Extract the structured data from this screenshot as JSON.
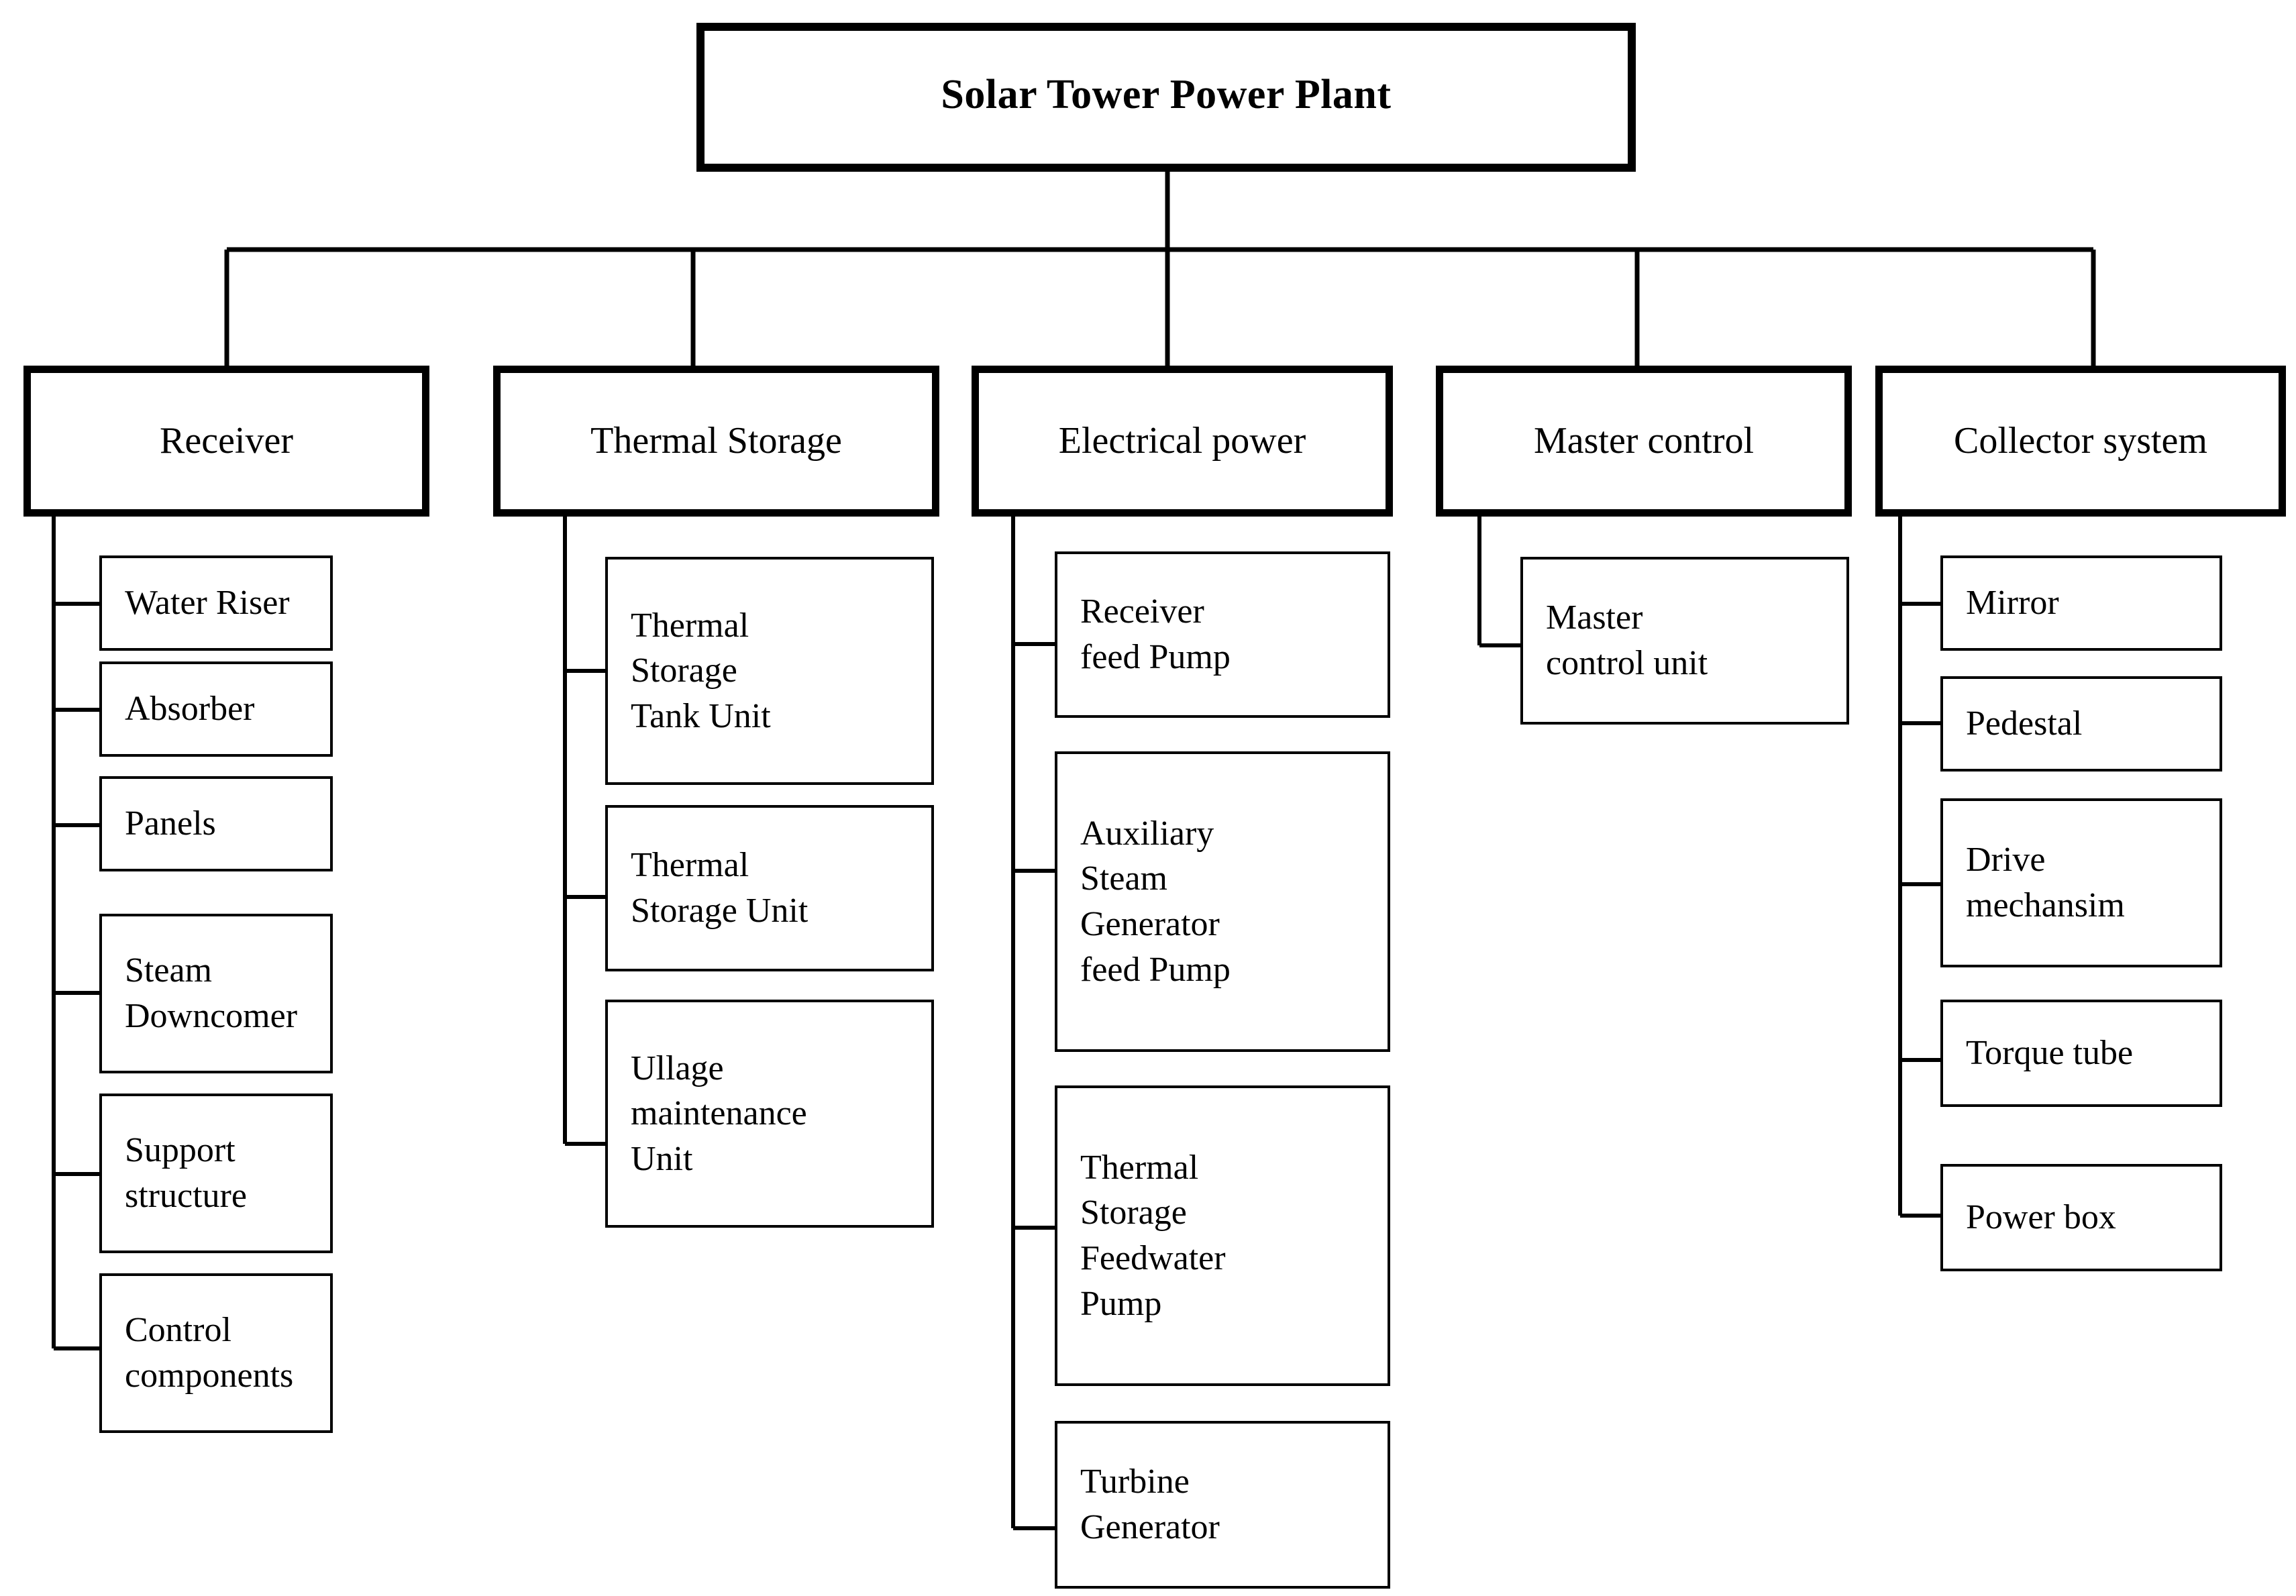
{
  "diagram": {
    "title": "Solar Tower Power Plant",
    "type": "hierarchical-block-breakdown",
    "orientation": "top-down",
    "colors": {
      "background": "#ffffff",
      "stroke": "#000000",
      "text": "#000000"
    },
    "root": {
      "label": "Solar Tower Power Plant"
    },
    "branches": [
      {
        "label": "Receiver",
        "children": [
          {
            "label": "Water Riser"
          },
          {
            "label": "Absorber"
          },
          {
            "label": "Panels"
          },
          {
            "label": "Steam\nDowncomer"
          },
          {
            "label": "Support\nstructure"
          },
          {
            "label": "Control\ncomponents"
          }
        ]
      },
      {
        "label": "Thermal Storage",
        "children": [
          {
            "label": "Thermal\nStorage\nTank Unit"
          },
          {
            "label": "Thermal\nStorage Unit"
          },
          {
            "label": "Ullage\nmaintenance\nUnit"
          }
        ]
      },
      {
        "label": "Electrical power",
        "children": [
          {
            "label": "Receiver\nfeed Pump"
          },
          {
            "label": "Auxiliary\nSteam\nGenerator\nfeed Pump"
          },
          {
            "label": "Thermal\nStorage\nFeedwater\nPump"
          },
          {
            "label": "Turbine\nGenerator"
          }
        ]
      },
      {
        "label": "Master control",
        "children": [
          {
            "label": "Master\ncontrol unit"
          }
        ]
      },
      {
        "label": "Collector system",
        "children": [
          {
            "label": "Mirror"
          },
          {
            "label": "Pedestal"
          },
          {
            "label": "Drive\nmechansim"
          },
          {
            "label": "Torque tube"
          },
          {
            "label": "Power box"
          }
        ]
      }
    ]
  }
}
